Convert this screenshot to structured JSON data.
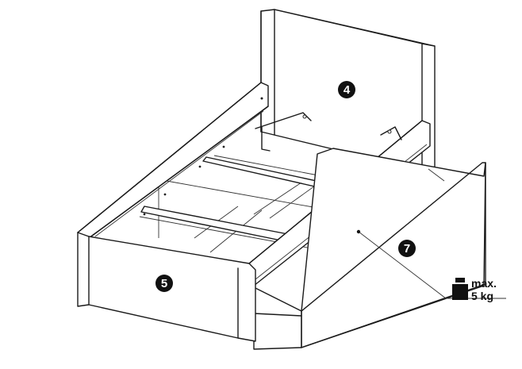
{
  "parts": [
    {
      "id": "headboard",
      "label": "4"
    },
    {
      "id": "footboard",
      "label": "5"
    },
    {
      "id": "drawer",
      "label": "7"
    }
  ],
  "load_note": {
    "line1": "max.",
    "line2": "5 kg"
  },
  "colors": {
    "ink": "#1a1a1a",
    "badge": "#111111",
    "paper": "#ffffff"
  }
}
